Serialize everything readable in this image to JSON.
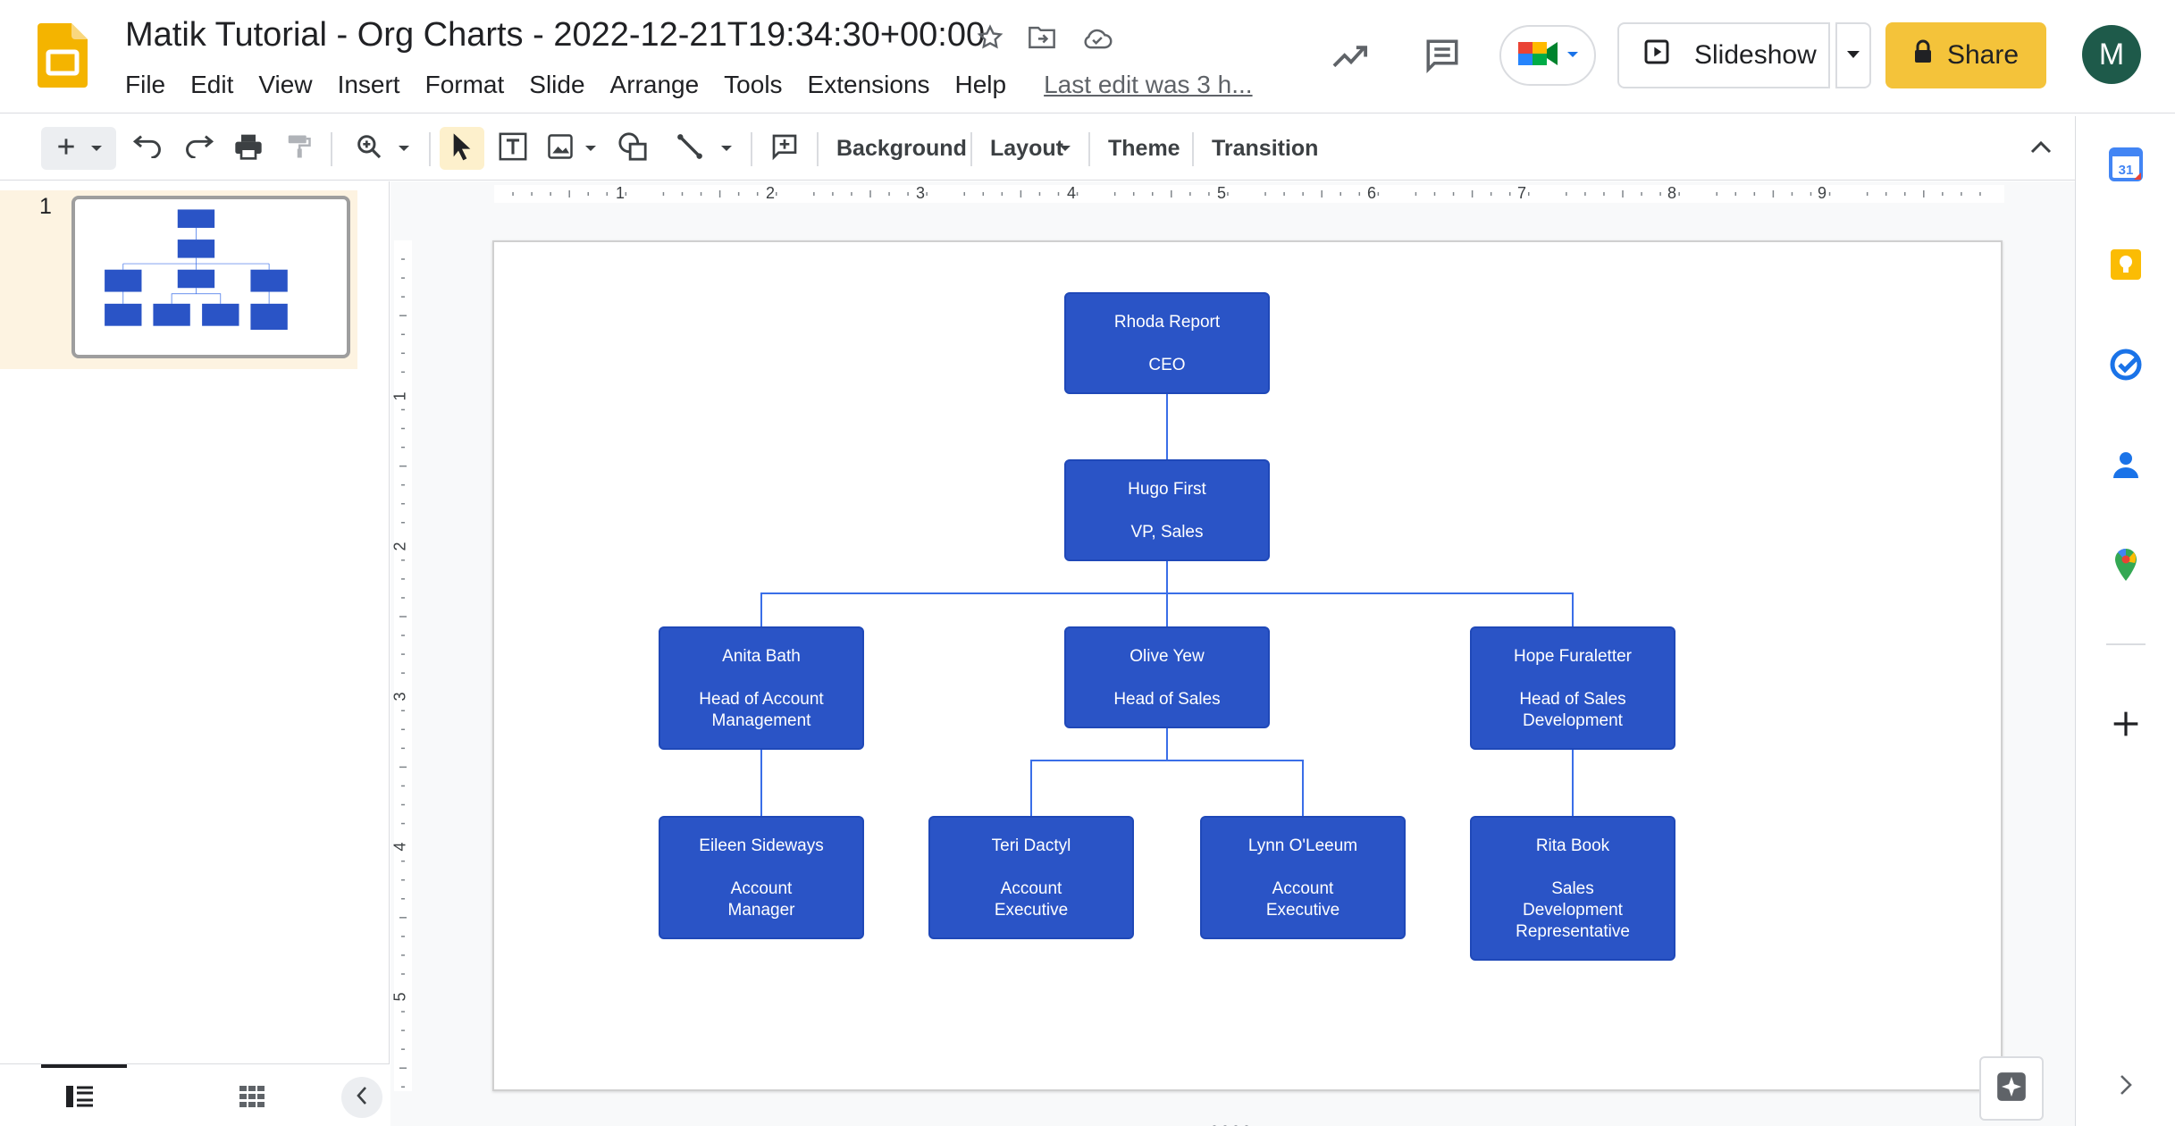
{
  "header": {
    "doc_title": "Matik Tutorial - Org Charts - 2022-12-21T19:34:30+00:00",
    "menu": [
      "File",
      "Edit",
      "View",
      "Insert",
      "Format",
      "Slide",
      "Arrange",
      "Tools",
      "Extensions",
      "Help"
    ],
    "last_edit": "Last edit was 3 h...",
    "slideshow_label": "Slideshow",
    "share_label": "Share",
    "avatar_initial": "M"
  },
  "toolbar": {
    "background_label": "Background",
    "layout_label": "Layout",
    "theme_label": "Theme",
    "transition_label": "Transition"
  },
  "filmstrip": {
    "slide_number": "1"
  },
  "ruler": {
    "h_numbers": [
      "1",
      "2",
      "3",
      "4",
      "5",
      "6",
      "7",
      "8",
      "9"
    ],
    "v_numbers": [
      "1",
      "2",
      "3",
      "4",
      "5"
    ]
  },
  "org_chart": {
    "ceo": {
      "name": "Rhoda Report",
      "role": "CEO"
    },
    "vp": {
      "name": "Hugo First",
      "role": "VP, Sales"
    },
    "heads": [
      {
        "name": "Anita Bath",
        "role": "Head of Account\nManagement"
      },
      {
        "name": "Olive Yew",
        "role": "Head of Sales"
      },
      {
        "name": "Hope Furaletter",
        "role": "Head of Sales\nDevelopment"
      }
    ],
    "staff": [
      {
        "name": "Eileen Sideways",
        "role": "Account\nManager"
      },
      {
        "name": "Teri Dactyl",
        "role": "Account\nExecutive"
      },
      {
        "name": "Lynn O'Leeum",
        "role": "Account\nExecutive"
      },
      {
        "name": "Rita Book",
        "role": "Sales\nDevelopment\nRepresentative"
      }
    ]
  },
  "side_panel": {
    "calendar_day": "31"
  },
  "colors": {
    "node_fill": "#2a54c6",
    "connector": "#3a6ee8",
    "share_button": "#f4c33a",
    "slides_logo": "#f4b400"
  }
}
